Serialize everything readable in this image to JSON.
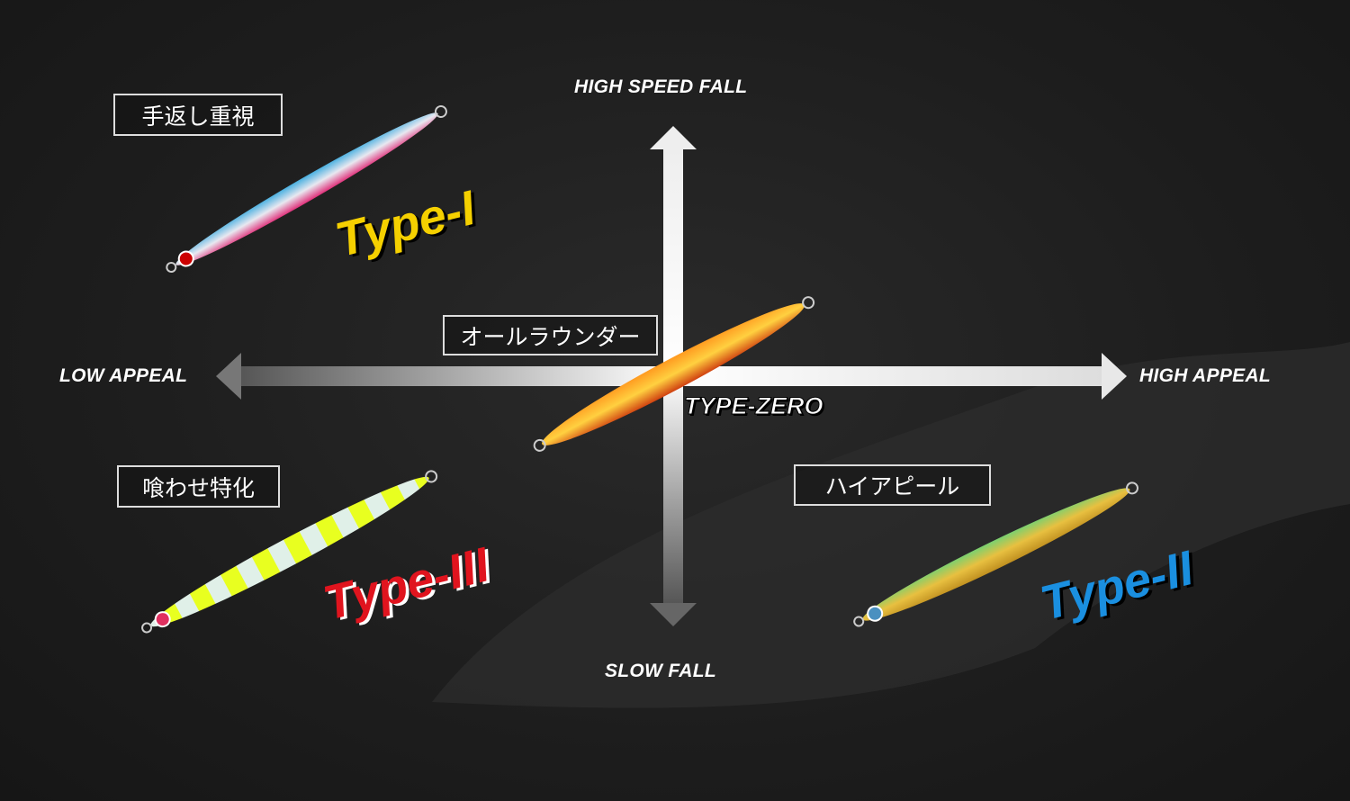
{
  "axes": {
    "top": "HIGH SPEED FALL",
    "bottom": "SLOW FALL",
    "left": "LOW APPEAL",
    "right": "HIGH APPEAL"
  },
  "categories": [
    {
      "label": "手返し重視",
      "type": "Type-I",
      "color": "#f5d000"
    },
    {
      "label": "オールラウンダー",
      "type": "TYPE-ZERO",
      "color": "#ffffff"
    },
    {
      "label": "喰わせ特化",
      "type": "Type-III",
      "color": "#e0141e"
    },
    {
      "label": "ハイアピール",
      "type": "Type-II",
      "color": "#1a8fe0"
    }
  ]
}
